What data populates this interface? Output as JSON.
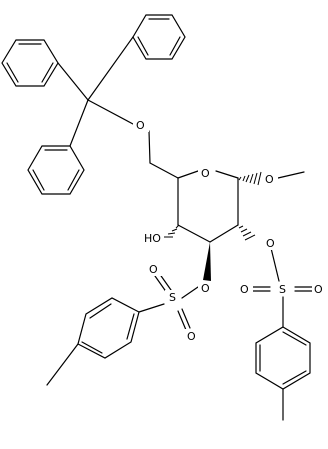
{
  "molecule": {
    "atom_labels": {
      "ring_oxygen": "O",
      "methoxy_oxygen": "O",
      "trityl_ether_oxygen": "O",
      "hydroxyl": "HO",
      "tosyl3_ester_oxygen": "O",
      "tosyl3_sulfur": "S",
      "tosyl3_oxo_a": "O",
      "tosyl3_oxo_b": "O",
      "tosyl2_ester_oxygen": "O",
      "tosyl2_sulfur": "S",
      "tosyl2_oxo_a": "O",
      "tosyl2_oxo_b": "O"
    }
  }
}
